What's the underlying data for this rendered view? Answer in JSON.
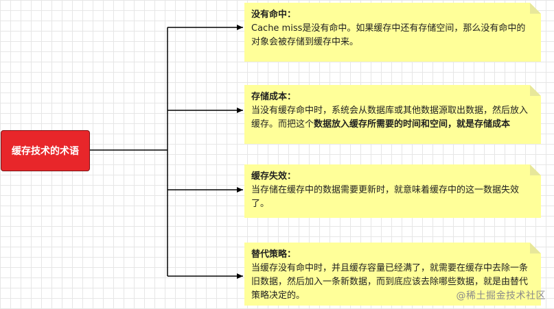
{
  "root": {
    "label": "缓存技术的术语"
  },
  "notes": [
    {
      "title": "没有命中：",
      "body": "Cache miss是没有命中。如果缓存中还有存储空间，那么没有命中的对象会被存储到缓存中来。"
    },
    {
      "title": "存储成本：",
      "body": "当没有缓存命中时，系统会从数据库或其他数据源取出数据，然后放入缓存。而把这个",
      "bold": "数据放入缓存所需要的时间和空间，就是存储成本"
    },
    {
      "title": "缓存失效：",
      "body": "当存储在缓存中的数据需要更新时，就意味着缓存中的这一数据失效了。"
    },
    {
      "title": "替代策略：",
      "body": "当缓存没有命中时，并且缓存容量已经满了，就需要在缓存中去除一条旧数据，然后加入一条新数据，而到底应该去除哪些数据，就是由替代策略决定的。"
    }
  ],
  "watermark": "@稀土掘金技术社区",
  "colors": {
    "root_fill": "#e8262a",
    "note_fill": "#ffff99",
    "connector": "#000000"
  }
}
